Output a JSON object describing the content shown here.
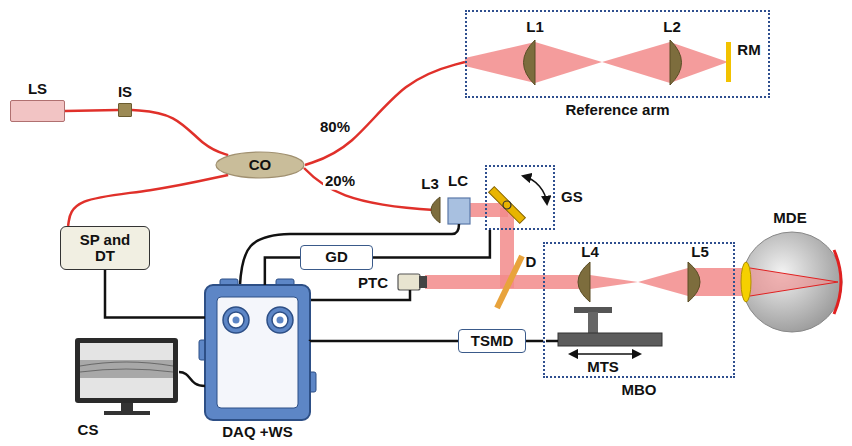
{
  "diagram": {
    "nodes": [
      {
        "text": [
          "LS"
        ]
      },
      {
        "text": [
          "IS"
        ]
      },
      {
        "text": [
          "CO"
        ]
      },
      {
        "text": [
          "Reference arm"
        ]
      },
      {
        "text": [
          "GS"
        ]
      },
      {
        "text": [
          "SP and DT"
        ]
      },
      {
        "text": [
          "GD"
        ]
      },
      {
        "text": [
          "DAQ +WS"
        ]
      },
      {
        "text": [
          "TSMD"
        ]
      },
      {
        "text": [
          "MBO"
        ]
      }
    ],
    "edges": [
      {
        "from": 0,
        "to": 1,
        "arrow": "none"
      },
      {
        "from": 1,
        "to": 2,
        "arrow": "none"
      },
      {
        "from": 2,
        "to": 3,
        "label": "80%",
        "arrow": "none"
      },
      {
        "from": 2,
        "to": 5,
        "arrow": "none"
      },
      {
        "from": 5,
        "to": 7,
        "arrow": "none"
      },
      {
        "from": 6,
        "to": 7,
        "arrow": "none"
      },
      {
        "from": 6,
        "to": 4,
        "arrow": "none"
      },
      {
        "from": 8,
        "to": 7,
        "arrow": "none"
      },
      {
        "from": 8,
        "to": 9,
        "arrow": "none"
      }
    ],
    "labels": [
      "L1",
      "L2",
      "RM",
      "20%",
      "L3",
      "LC",
      "PTC",
      "D",
      "L4",
      "L5",
      "MDE",
      "MTS",
      "CS"
    ]
  }
}
